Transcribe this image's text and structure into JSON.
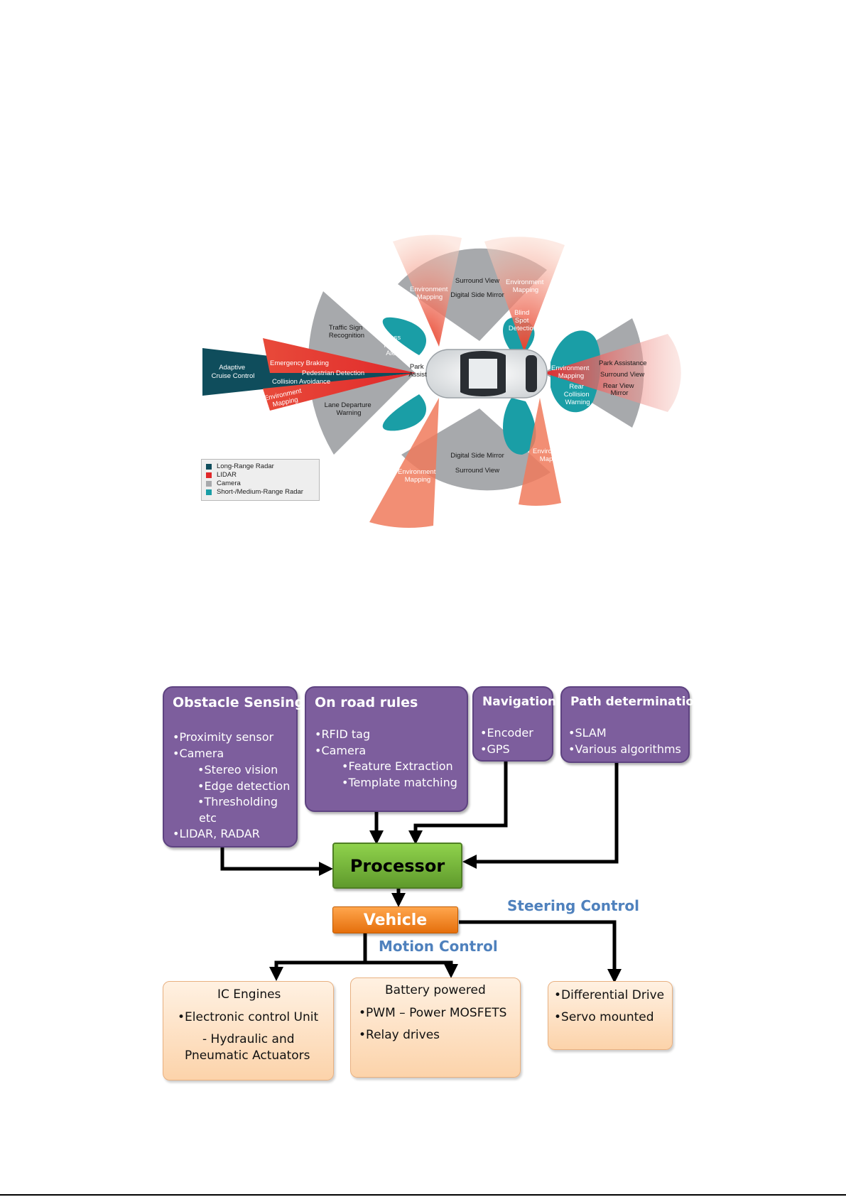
{
  "sensor_figure": {
    "labels": {
      "adaptive_cruise": [
        "Adaptive",
        "Cruise Control"
      ],
      "emergency_braking": "Emergency Braking",
      "pedestrian_detection": "Pedestrian Detection",
      "collision_avoidance": "Collision Avoidance",
      "env_mapping_front": [
        "Environment",
        "Mapping"
      ],
      "traffic_sign": [
        "Traffic Sign",
        "Recognition"
      ],
      "cross_traffic": [
        "Cross",
        "Traffic",
        "Alert"
      ],
      "park_assist": [
        "Park",
        "Assist"
      ],
      "lane_departure": [
        "Lane Departure",
        "Warning"
      ],
      "surround_view_top": "Surround View",
      "digital_side_mirror_top": "Digital Side Mirror",
      "env_mapping_top_left": [
        "Environment",
        "Mapping"
      ],
      "env_mapping_top_right": [
        "Environment",
        "Mapping"
      ],
      "blind_spot": [
        "Blind",
        "Spot",
        "Detection"
      ],
      "env_mapping_rear": [
        "Environment",
        "Mapping"
      ],
      "park_assistance": "Park Assistance",
      "surround_view_right": "Surround View",
      "rear_view_mirror": [
        "Rear View",
        "Mirror"
      ],
      "rear_collision": [
        "Rear",
        "Collision",
        "Warning"
      ],
      "env_mapping_bottom_right": [
        "Environment",
        "Mapping"
      ],
      "digital_side_mirror_bottom": "Digital Side Mirror",
      "surround_view_bottom": "Surround View",
      "env_mapping_bottom_left": [
        "Environment",
        "Mapping"
      ]
    },
    "legend": [
      {
        "label": "Long-Range Radar",
        "color": "#0f4d5c"
      },
      {
        "label": "LIDAR",
        "color": "#e0282a"
      },
      {
        "label": "Camera",
        "color": "#a7a9ac"
      },
      {
        "label": "Short-/Medium-Range Radar",
        "color": "#1a9ea6"
      }
    ]
  },
  "flow": {
    "obstacle": {
      "title": "Obstacle Sensing",
      "items": [
        "•Proximity sensor",
        "•Camera",
        "•Stereo vision",
        "•Edge detection",
        "•Thresholding",
        "etc",
        "•LIDAR, RADAR"
      ]
    },
    "road_rules": {
      "title": "On road rules",
      "items": [
        "•RFID tag",
        "•Camera",
        "•Feature Extraction",
        "•Template matching"
      ]
    },
    "navigation": {
      "title": "Navigation",
      "items": [
        "•Encoder",
        "•GPS"
      ]
    },
    "path": {
      "title": "Path determination",
      "items": [
        "•SLAM",
        "•Various algorithms"
      ]
    },
    "processor": "Processor",
    "vehicle": "Vehicle",
    "steering_control": "Steering Control",
    "motion_control": "Motion Control",
    "ic_engines": {
      "lines": [
        "IC Engines",
        "•Electronic control Unit",
        "- Hydraulic and",
        "Pneumatic Actuators"
      ]
    },
    "battery": {
      "lines": [
        "Battery powered",
        "•PWM – Power MOSFETS",
        "•Relay drives"
      ]
    },
    "drive": {
      "lines": [
        "•Differential Drive",
        "•Servo mounted"
      ]
    },
    "colors": {
      "purple": "#7d5e9d",
      "processor_green": "#77b53a",
      "vehicle_orange": "#f28a25",
      "control_blue": "#4f81bd"
    }
  }
}
